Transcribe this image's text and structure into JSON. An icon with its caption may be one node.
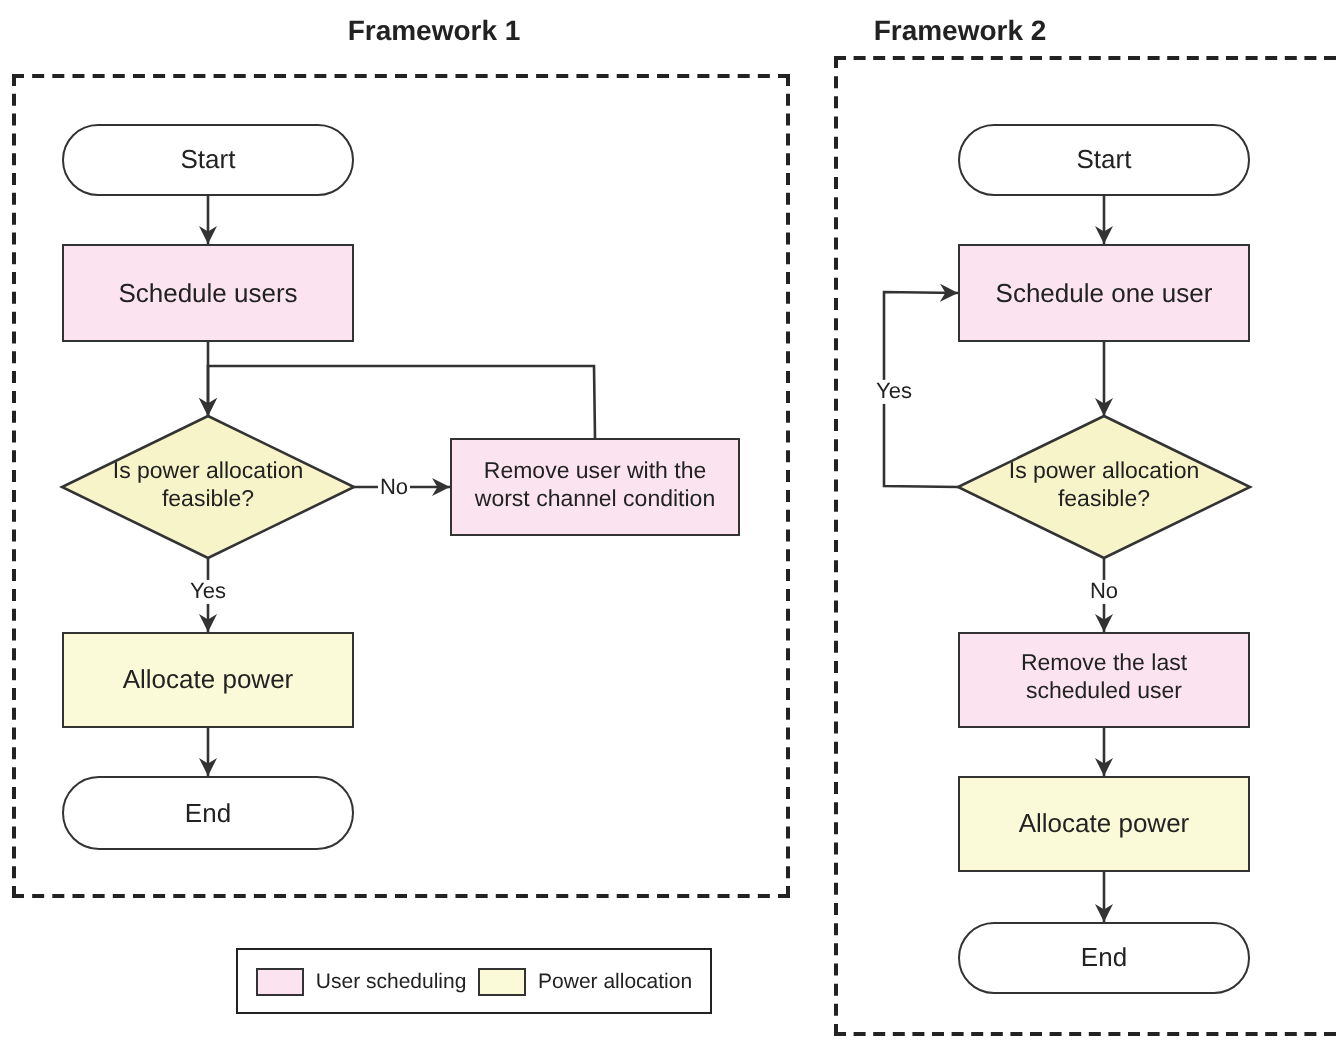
{
  "diagram": {
    "nodes": [
      {
        "text": [
          "Framework 1"
        ]
      },
      {
        "text": [
          "Start"
        ],
        "in": 0
      },
      {
        "text": [
          "Schedule users"
        ],
        "in": 0
      },
      {
        "text": [
          "Is power allocation feasible?"
        ],
        "in": 0
      },
      {
        "text": [
          "Remove user with the worst channel condition"
        ],
        "in": 0
      },
      {
        "text": [
          "Allocate power"
        ],
        "in": 0
      },
      {
        "text": [
          "End"
        ],
        "in": 0
      },
      {
        "text": [
          "Framework 2"
        ]
      },
      {
        "text": [
          "Start"
        ],
        "in": 7
      },
      {
        "text": [
          "Schedule one user"
        ],
        "in": 7
      },
      {
        "text": [
          "Is power allocation feasible?"
        ],
        "in": 7
      },
      {
        "text": [
          "Remove the last scheduled user"
        ],
        "in": 7
      },
      {
        "text": [
          "Allocate power"
        ],
        "in": 7
      },
      {
        "text": [
          "End"
        ],
        "in": 7
      }
    ],
    "edges": [
      {
        "from": 1,
        "to": 2,
        "arrow": "to"
      },
      {
        "from": 2,
        "to": 3,
        "arrow": "to"
      },
      {
        "from": 3,
        "to": 4,
        "arrow": "to",
        "label": "No"
      },
      {
        "from": 4,
        "to": 3,
        "arrow": "to"
      },
      {
        "from": 3,
        "to": 5,
        "arrow": "to",
        "label": "Yes"
      },
      {
        "from": 5,
        "to": 6,
        "arrow": "to"
      },
      {
        "from": 8,
        "to": 9,
        "arrow": "to"
      },
      {
        "from": 9,
        "to": 10,
        "arrow": "to"
      },
      {
        "from": 10,
        "to": 9,
        "arrow": "to",
        "label": "Yes"
      },
      {
        "from": 10,
        "to": 11,
        "arrow": "to",
        "label": "No"
      },
      {
        "from": 11,
        "to": 12,
        "arrow": "to"
      },
      {
        "from": 12,
        "to": 13,
        "arrow": "to"
      }
    ],
    "legend": [
      {
        "text": "User scheduling",
        "color": "#fbe4ef"
      },
      {
        "text": "Power allocation",
        "color": "#fafad8"
      }
    ]
  }
}
